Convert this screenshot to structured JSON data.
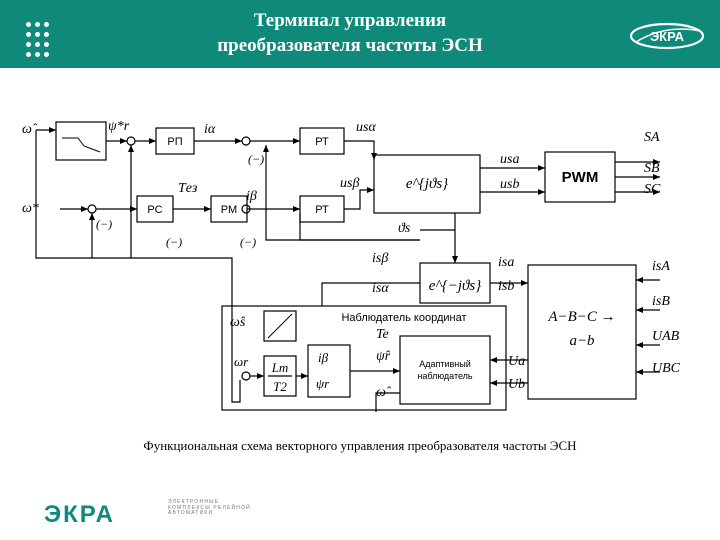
{
  "header": {
    "title_line1": "Терминал управления",
    "title_line2": "преобразователя частоты ЭСН",
    "logo_text": "ЭКРА",
    "bg_color": "#0f8a7a"
  },
  "diagram": {
    "blocks": {
      "rp": "РП",
      "pt1": "РТ",
      "pc": "РС",
      "pm": "РМ",
      "pt2": "РТ",
      "pwm": "PWM",
      "observer": "Наблюдатель координат",
      "adaptive_line1": "Адаптивный",
      "adaptive_line2": "наблюдатель",
      "abc_top": "A−B−C →",
      "abc_bottom": "a−b",
      "forward_rot": "e^{jϑs}",
      "inverse_rot": "e^{−jϑs}",
      "lm": "Lm",
      "t2": "T2"
    },
    "labels": {
      "omega_hat": "ω̂",
      "psi_ref": "ψ*r",
      "omega_ref": "ω*",
      "i_alpha": "iα",
      "i_beta": "iβ",
      "t_ref": "Tез",
      "minus": "(−)",
      "u_s_alpha": "usα",
      "u_s_beta": "usβ",
      "u_sa": "usa",
      "u_sb": "usb",
      "theta_s": "ϑs",
      "i_s_beta": "isβ",
      "i_s_alpha": "isα",
      "i_sa": "isa",
      "i_sb": "isb",
      "s_a": "SA",
      "s_b": "SB",
      "s_c": "SC",
      "i_sA": "isA",
      "i_sB": "isB",
      "u_ab": "UAB",
      "u_bc": "UBC",
      "omega_s_hat": "ω̂s",
      "t_e": "Te",
      "psi_r_hat": "ψ̂r",
      "omega_r": "ωr",
      "i_beta_obs": "iβ",
      "psi_r": "ψr",
      "u_a": "Ua",
      "u_b": "Ub",
      "omega_hat_bottom": "ω̂"
    }
  },
  "caption": "Функциональная схема векторного управления преобразователя частоты ЭСН",
  "footer": {
    "logo_text": "ЭКРА",
    "tagline": "ЭЛЕКТРОННЫЕ КОМПЛЕКСЫ РЕЛЕЙНОЙ АВТОМАТИКИ"
  }
}
